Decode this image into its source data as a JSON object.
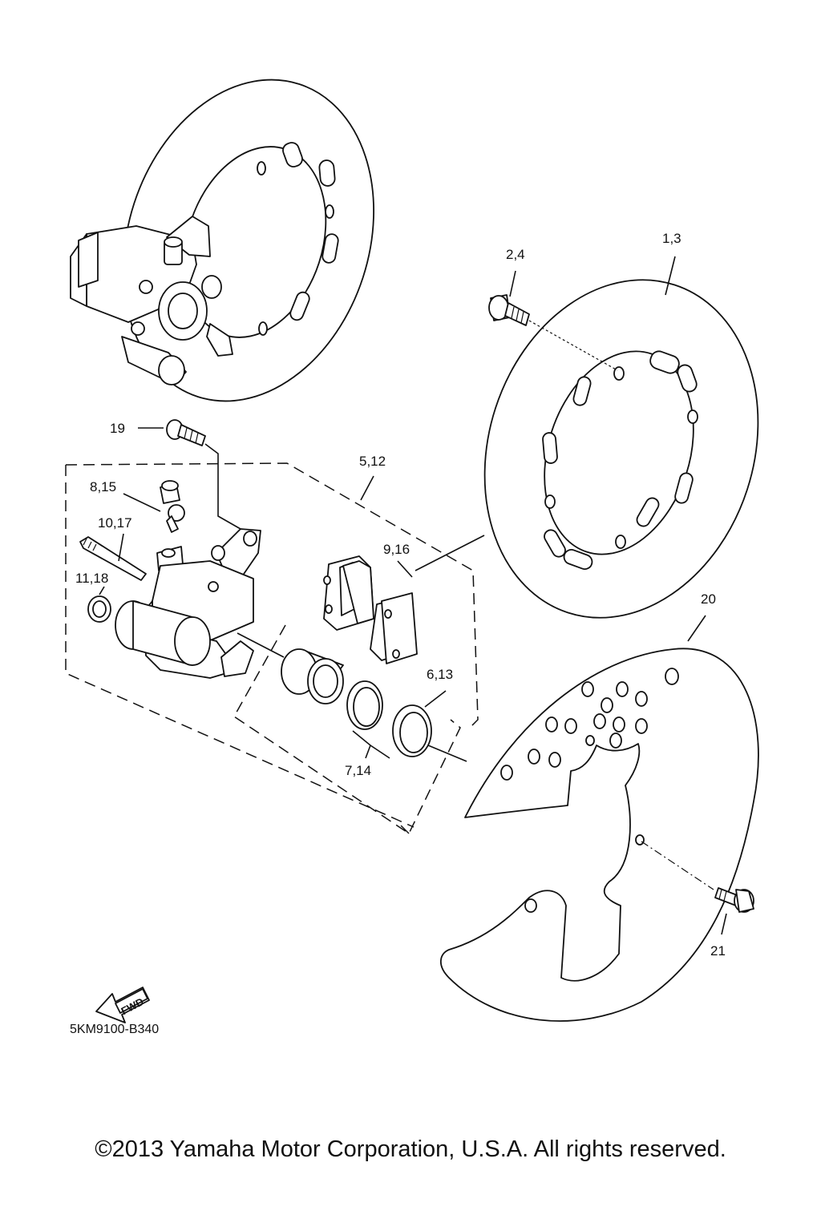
{
  "diagram": {
    "callouts": {
      "c1": "1,3",
      "c2": "2,4",
      "c3": "19",
      "c4": "5,12",
      "c5": "8,15",
      "c6": "10,17",
      "c7": "9,16",
      "c8": "11,18",
      "c9": "20",
      "c10": "6,13",
      "c11": "7,14",
      "c12": "21"
    },
    "fwd_label": "FWD",
    "code": "5KM9100-B340"
  },
  "footer": {
    "copyright": "©2013 Yamaha Motor Corporation, U.S.A. All rights reserved."
  }
}
